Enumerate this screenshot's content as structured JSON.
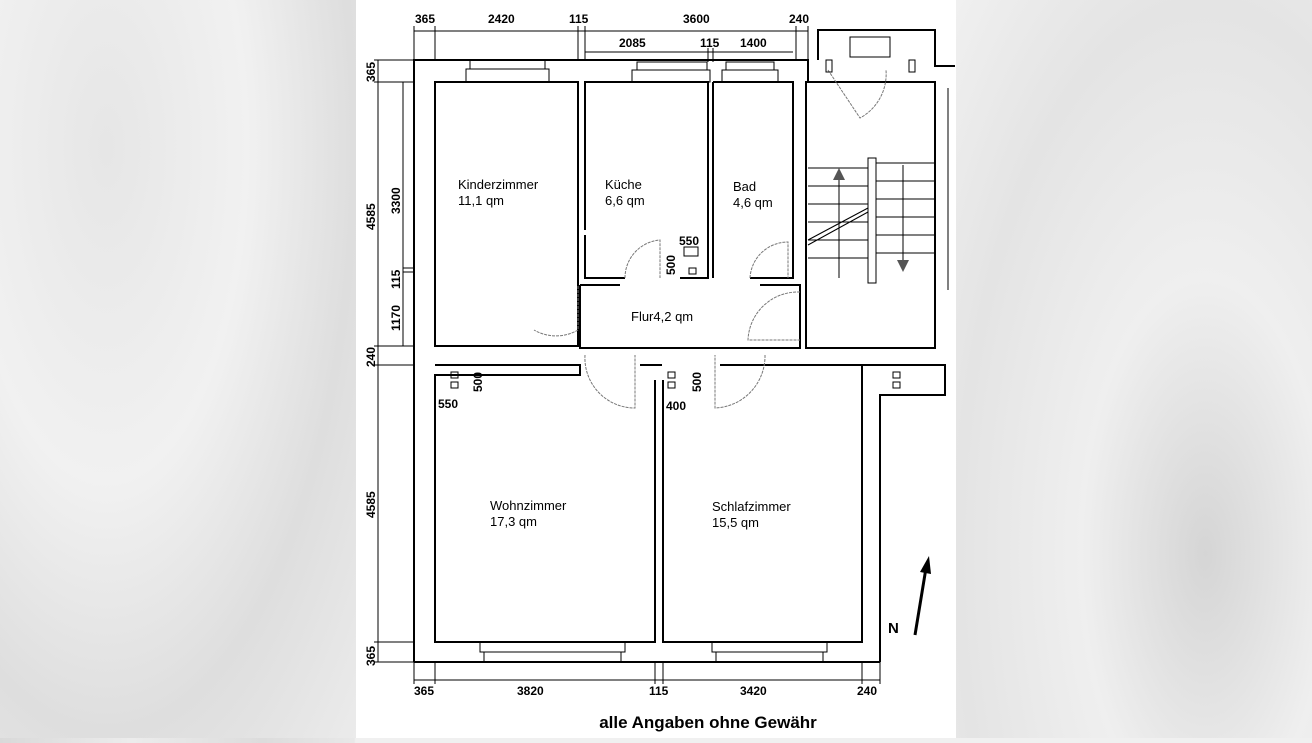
{
  "title": "Grundriss",
  "footer": "alle Angaben ohne Gewähr",
  "north_label": "N",
  "rooms": [
    {
      "name": "Kinderzimmer",
      "area": "11,1 qm"
    },
    {
      "name": "Küche",
      "area": "6,6 qm"
    },
    {
      "name": "Bad",
      "area": "4,6 qm"
    },
    {
      "name": "Flur4,2 qm"
    },
    {
      "name": "Wohnzimmer",
      "area": "17,3 qm"
    },
    {
      "name": "Schlafzimmer",
      "area": "15,5 qm"
    }
  ],
  "dimensions": {
    "top_row1": [
      "365",
      "2420",
      "115",
      "3600",
      "240"
    ],
    "top_row2": [
      "2085",
      "115",
      "1400"
    ],
    "bottom": [
      "365",
      "3820",
      "115",
      "3420",
      "240"
    ],
    "left_outer": [
      "365",
      "4585",
      "240",
      "4585",
      "365"
    ],
    "left_inner": [
      "3300",
      "115",
      "1170"
    ],
    "inner": [
      "550",
      "500",
      "500",
      "550",
      "500",
      "400"
    ]
  }
}
